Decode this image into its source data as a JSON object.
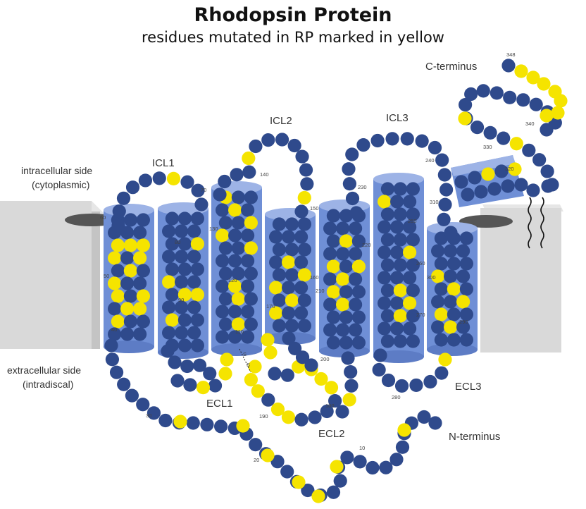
{
  "title": "Rhodopsin Protein",
  "subtitle": "residues mutated in RP marked in yellow",
  "colors": {
    "normal": "#2f4a8c",
    "mutated": "#f5e400",
    "helix": "#6f8fd6",
    "membrane": "#bdbdbd"
  },
  "labels": {
    "c_terminus": "C-terminus",
    "n_terminus": "N-terminus",
    "intracellular_1": "intracellular side",
    "intracellular_2": "(cytoplasmic)",
    "extracellular_1": "extracellular side",
    "extracellular_2": "(intradiscal)",
    "icl1": "ICL1",
    "icl2": "ICL2",
    "icl3": "ICL3",
    "ecl1": "ECL1",
    "ecl2": "ECL2",
    "ecl3": "ECL3",
    "s1": "S",
    "s2": "S"
  },
  "residue_numbers": [
    "10",
    "20",
    "30",
    "40",
    "50",
    "60",
    "70",
    "80",
    "90",
    "110",
    "120",
    "130",
    "140",
    "150",
    "160",
    "170",
    "180",
    "190",
    "200",
    "210",
    "220",
    "230",
    "240",
    "250",
    "260",
    "270",
    "280",
    "290",
    "300",
    "310",
    "320",
    "330",
    "340",
    "348"
  ]
}
